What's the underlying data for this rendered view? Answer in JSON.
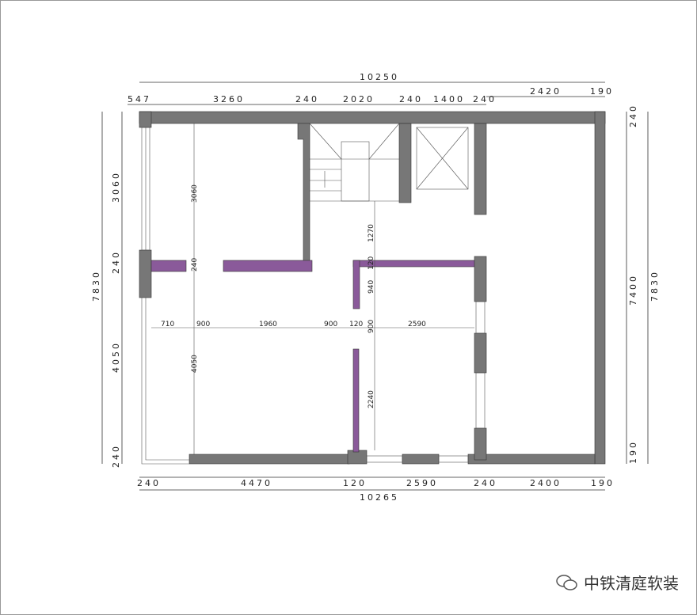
{
  "top_dims": {
    "total": "10250",
    "segments": [
      "547",
      "3260",
      "240",
      "2020",
      "240",
      "1400",
      "240"
    ],
    "right_upper": "2420",
    "right_edge": "190"
  },
  "bottom_dims": {
    "total": "10265",
    "segments": [
      "240",
      "4470",
      "120",
      "2590",
      "240",
      "2400",
      "190"
    ]
  },
  "left_dims": {
    "total": "7830",
    "segments": [
      "3060",
      "240",
      "4050",
      "240"
    ]
  },
  "right_dims": {
    "total": "7830",
    "inner": "7400",
    "top": "240",
    "bottom": "190"
  },
  "interior_dims": {
    "horizontal": [
      "710",
      "900",
      "1960",
      "900",
      "120",
      "2590"
    ],
    "vertical_left": [
      "3060",
      "240",
      "4050"
    ],
    "vertical_mid": [
      "1270",
      "120",
      "940",
      "900",
      "2240"
    ]
  },
  "watermark": {
    "text": "中铁清庭软装",
    "icon": "wechat-icon"
  },
  "colors": {
    "wall": "#777777",
    "new_wall": "#8a5a9a"
  }
}
